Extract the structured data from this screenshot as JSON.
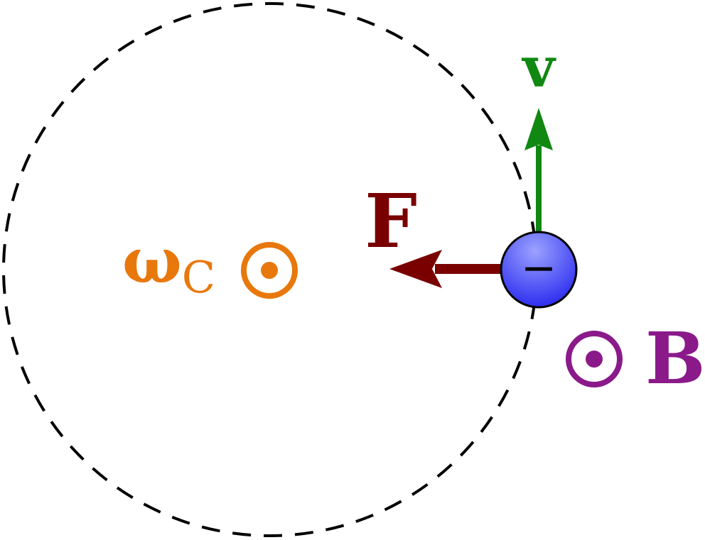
{
  "labels": {
    "velocity": "v",
    "force": "F",
    "omega_symbol": "ω",
    "omega_subscript": "C",
    "field": "B",
    "charge_sign": "−"
  },
  "colors": {
    "velocity": "#118811",
    "force": "#7a0000",
    "omega": "#e8780c",
    "field": "#8a1a8a",
    "particle_top": "#8c94ff",
    "particle_bottom": "#2a2af0",
    "orbit": "#000000"
  },
  "icons": {
    "omega_direction": "out-of-page-dot-circle-icon",
    "field_direction": "out-of-page-dot-circle-icon"
  }
}
